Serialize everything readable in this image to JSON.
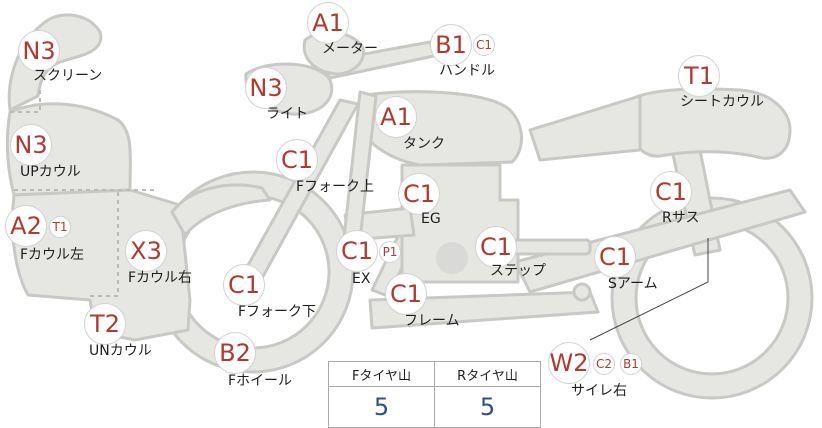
{
  "parts": [
    {
      "id": "screen",
      "label": "スクリーン",
      "badges": [
        "N3"
      ]
    },
    {
      "id": "meter",
      "label": "メーター",
      "badges": [
        "A1"
      ]
    },
    {
      "id": "handle",
      "label": "ハンドル",
      "badges": [
        "B1",
        "C1"
      ]
    },
    {
      "id": "seat-cowl",
      "label": "シートカウル",
      "badges": [
        "T1"
      ]
    },
    {
      "id": "light",
      "label": "ライト",
      "badges": [
        "N3"
      ]
    },
    {
      "id": "tank",
      "label": "タンク",
      "badges": [
        "A1"
      ]
    },
    {
      "id": "up-cowl",
      "label": "UPカウル",
      "badges": [
        "N3"
      ]
    },
    {
      "id": "f-fork-upper",
      "label": "Fフォーク上",
      "badges": [
        "C1"
      ]
    },
    {
      "id": "eg",
      "label": "EG",
      "badges": [
        "C1"
      ]
    },
    {
      "id": "r-sus",
      "label": "Rサス",
      "badges": [
        "C1"
      ]
    },
    {
      "id": "f-cowl-left",
      "label": "Fカウル左",
      "badges": [
        "A2",
        "T1"
      ]
    },
    {
      "id": "f-cowl-right",
      "label": "Fカウル右",
      "badges": [
        "X3"
      ]
    },
    {
      "id": "ex",
      "label": "EX",
      "badges": [
        "C1",
        "P1"
      ]
    },
    {
      "id": "step",
      "label": "ステップ",
      "badges": [
        "C1"
      ]
    },
    {
      "id": "s-arm",
      "label": "Sアーム",
      "badges": [
        "C1"
      ]
    },
    {
      "id": "f-fork-lower",
      "label": "Fフォーク下",
      "badges": [
        "C1"
      ]
    },
    {
      "id": "frame",
      "label": "フレーム",
      "badges": [
        "C1"
      ]
    },
    {
      "id": "un-cowl",
      "label": "UNカウル",
      "badges": [
        "T2"
      ]
    },
    {
      "id": "f-wheel",
      "label": "Fホイール",
      "badges": [
        "B2"
      ]
    },
    {
      "id": "silencer-right",
      "label": "サイレ右",
      "badges": [
        "W2",
        "C2",
        "B1"
      ]
    }
  ],
  "tire_table": {
    "headers": [
      "Fタイヤ山",
      "Rタイヤ山"
    ],
    "values": [
      "5",
      "5"
    ]
  },
  "colors": {
    "badge_text": "#b03a30",
    "value_text": "#2f4f8c",
    "bike_fill": "#e6e6e3",
    "bike_stroke": "#c8c8c5"
  }
}
